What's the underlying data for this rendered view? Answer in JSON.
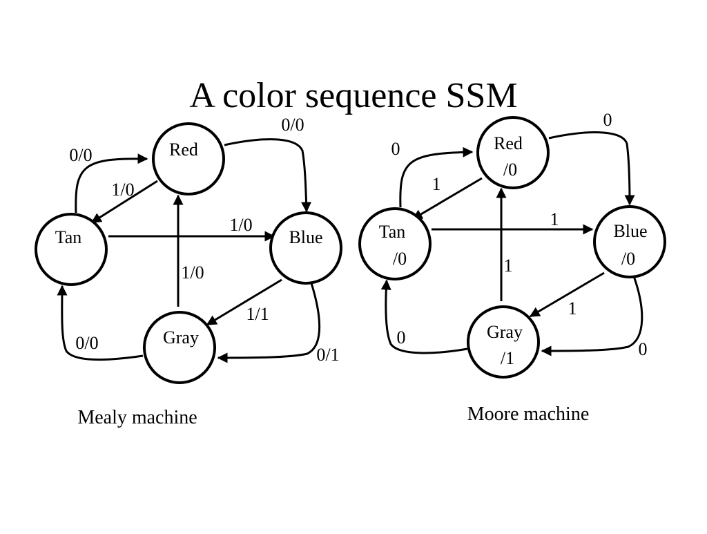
{
  "title": "A color sequence SSM",
  "mealy": {
    "caption": "Mealy machine",
    "states": {
      "red": "Red",
      "tan": "Tan",
      "blue": "Blue",
      "gray": "Gray"
    },
    "edges": {
      "tan_to_red": "0/0",
      "red_to_tan": "1/0",
      "red_to_blue": "0/0",
      "tan_to_blue": "1/0",
      "gray_to_red": "1/0",
      "blue_to_gray": "1/1",
      "gray_to_tan": "0/0",
      "blue_to_gray_loop": "0/1"
    }
  },
  "moore": {
    "caption": "Moore machine",
    "states": {
      "red_name": "Red",
      "red_out": "/0",
      "tan_name": "Tan",
      "tan_out": "/0",
      "blue_name": "Blue",
      "blue_out": "/0",
      "gray_name": "Gray",
      "gray_out": "/1"
    },
    "edges": {
      "tan_to_red": "0",
      "red_to_tan": "1",
      "red_to_blue": "0",
      "tan_to_blue": "1",
      "gray_to_red": "1",
      "blue_to_gray": "1",
      "gray_to_tan": "0",
      "blue_to_gray_loop": "0"
    }
  }
}
